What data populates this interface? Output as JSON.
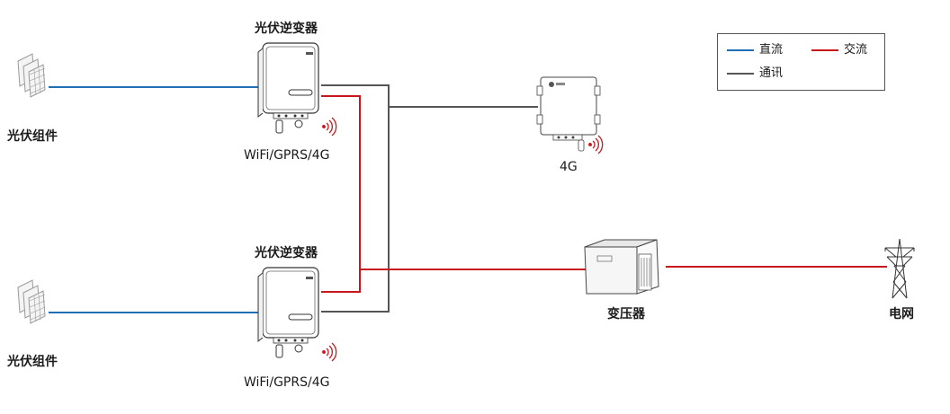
{
  "labels": {
    "inverter_top_title": "光伏逆变器",
    "inverter_top_comm": "WiFi/GPRS/4G",
    "inverter_bottom_title": "光伏逆变器",
    "inverter_bottom_comm": "WiFi/GPRS/4G",
    "pv_top": "光伏组件",
    "pv_bottom": "光伏组件",
    "logger": "4G",
    "transformer": "变压器",
    "grid": "电网"
  },
  "legend": {
    "items": [
      {
        "label": "直流",
        "color": "#1f6fb5"
      },
      {
        "label": "交流",
        "color": "#c8161d"
      },
      {
        "label": "通讯",
        "color": "#555555"
      }
    ]
  },
  "colors": {
    "dc": "#1f6fb5",
    "ac": "#c8161d",
    "comm": "#555555"
  }
}
